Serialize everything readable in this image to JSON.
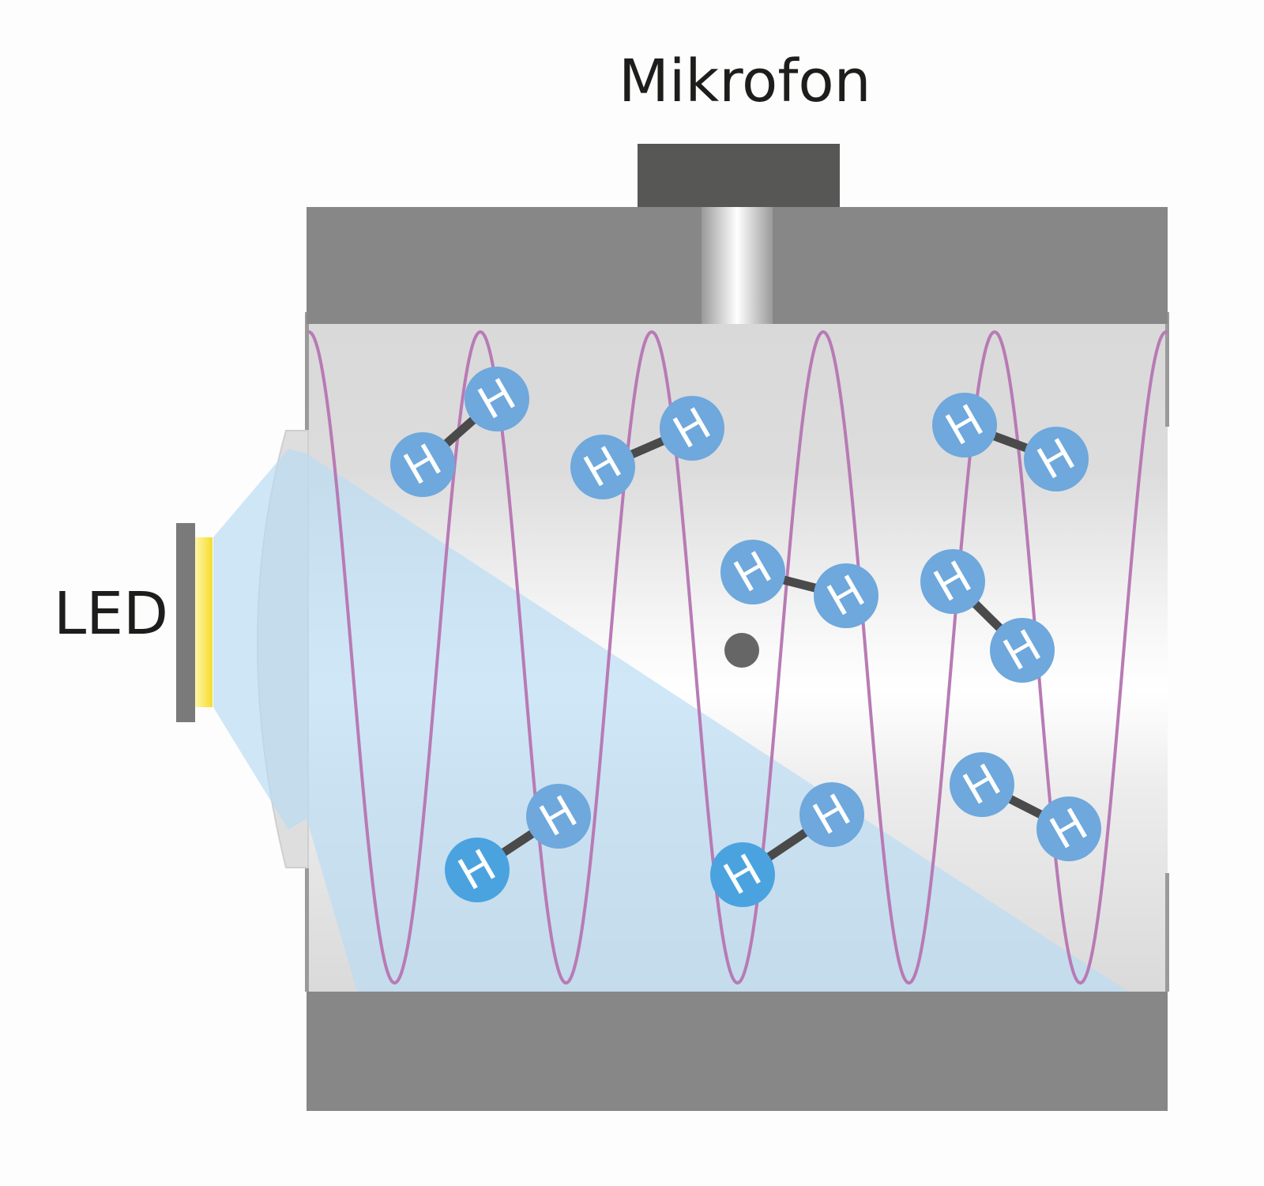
{
  "labels": {
    "microphone": "Mikrofon",
    "led": "LED"
  },
  "atom_symbol": "H",
  "colors": {
    "background": "#fdfdfd",
    "housing": "#878787",
    "microphone_body": "#575756",
    "chamber": "#e3e3e3",
    "wave": "#b87ab5",
    "atom": "#6ea8dc",
    "atom_highlight": "#4aa3df",
    "bond": "#4a4a4a",
    "led_frame": "#7a7a7a",
    "led_glow": "#f7e14a",
    "light_beam": "#bfe2f7",
    "particle": "#666666"
  },
  "molecules": [
    {
      "name": "molecule-1"
    },
    {
      "name": "molecule-2"
    },
    {
      "name": "molecule-3"
    },
    {
      "name": "molecule-4"
    },
    {
      "name": "molecule-5"
    },
    {
      "name": "molecule-6"
    },
    {
      "name": "molecule-7"
    },
    {
      "name": "molecule-8"
    },
    {
      "name": "molecule-9"
    }
  ]
}
